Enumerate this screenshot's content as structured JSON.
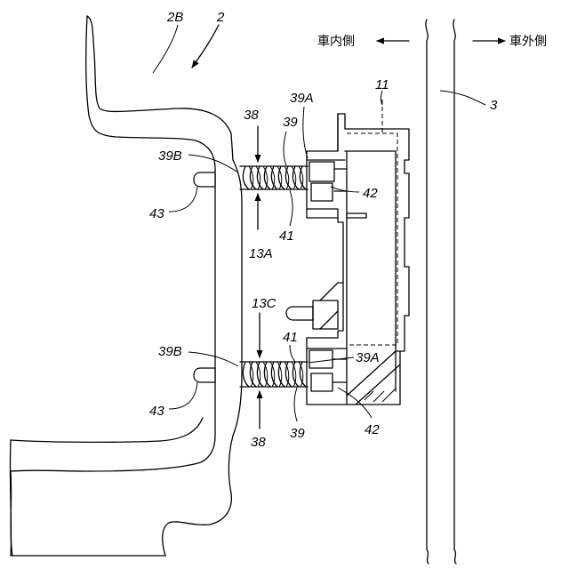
{
  "directions": {
    "inside": "車内側",
    "outside": "車外側"
  },
  "labels": {
    "l2": "2",
    "l2B": "2B",
    "l3": "3",
    "l11": "11",
    "l38_top": "38",
    "l38_bottom": "38",
    "l39_top": "39",
    "l39_bottom": "39",
    "l39A_top": "39A",
    "l39A_bottom": "39A",
    "l39B_top": "39B",
    "l39B_bottom": "39B",
    "l41_top": "41",
    "l41_bottom": "41",
    "l42_top": "42",
    "l42_bottom": "42",
    "l43_top": "43",
    "l43_bottom": "43",
    "l13A": "13A",
    "l13C": "13C"
  }
}
